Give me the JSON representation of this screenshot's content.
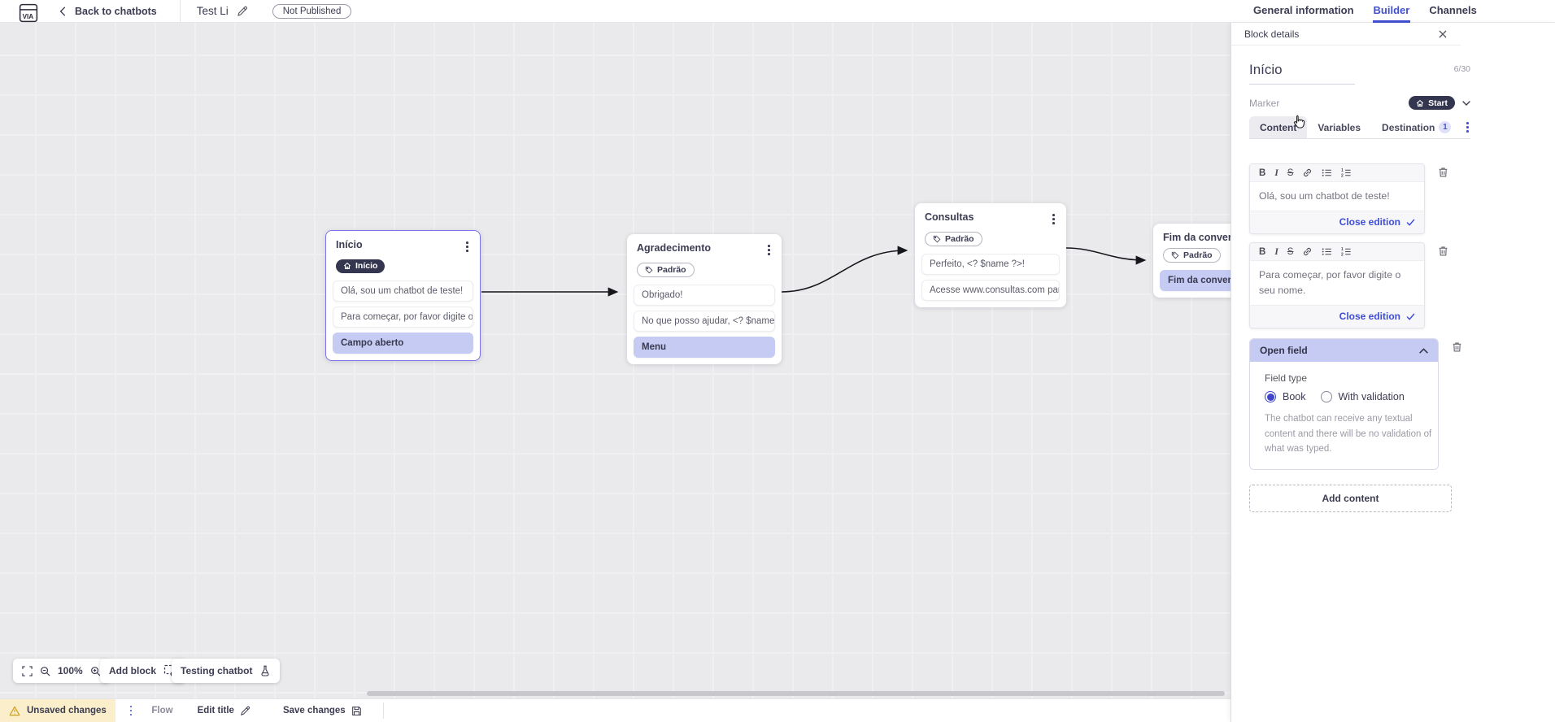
{
  "header": {
    "back_label": "Back to chatbots",
    "chatbot_title": "Test Li",
    "status_badge": "Not Published",
    "tabs": [
      {
        "label": "General information",
        "active": false
      },
      {
        "label": "Builder",
        "active": true
      },
      {
        "label": "Channels",
        "active": false
      }
    ]
  },
  "canvas": {
    "blocks": [
      {
        "title": "Início",
        "marker_pill": "Início",
        "rows": [
          {
            "text": "Olá, sou um chatbot de teste!",
            "highlight": false
          },
          {
            "text": "Para começar, por favor digite o ...",
            "highlight": false
          },
          {
            "text": "Campo aberto",
            "highlight": true
          }
        ]
      },
      {
        "title": "Agradecimento",
        "tag": "Padrão",
        "rows": [
          {
            "text": "Obrigado!",
            "highlight": false
          },
          {
            "text": "No que posso ajudar, <? $name ...",
            "highlight": false
          },
          {
            "text": "Menu",
            "highlight": true
          }
        ]
      },
      {
        "title": "Consultas",
        "tag": "Padrão",
        "rows": [
          {
            "text": "Perfeito, <? $name ?>!",
            "highlight": false
          },
          {
            "text": "Acesse www.consultas.com par...",
            "highlight": false
          }
        ]
      },
      {
        "title": "Fim da conversa",
        "tag": "Padrão",
        "rows": [
          {
            "text": "Fim da conversa",
            "highlight": true
          }
        ]
      }
    ],
    "controls": {
      "zoom_level": "100%",
      "add_block": "Add block",
      "testing": "Testing chatbot"
    }
  },
  "panel": {
    "header": "Block details",
    "block_name": "Início",
    "name_counter": "6/30",
    "marker_label": "Marker",
    "marker_value": "Start",
    "tabs": [
      {
        "label": "Content",
        "active": true
      },
      {
        "label": "Variables",
        "active": false
      },
      {
        "label": "Destination",
        "active": false,
        "badge": "1"
      }
    ],
    "editor_toolbar": {
      "bold_glyph": "B",
      "italic_glyph": "I",
      "strike_glyph": "S"
    },
    "editors": [
      {
        "text": "Olá, sou um chatbot de teste!",
        "close_label": "Close edition"
      },
      {
        "text": "Para começar, por favor digite o seu nome.",
        "close_label": "Close edition"
      }
    ],
    "open_field": {
      "title": "Open field",
      "field_type_label": "Field type",
      "options": [
        {
          "label": "Book",
          "selected": true
        },
        {
          "label": "With validation",
          "selected": false
        }
      ],
      "description": "The chatbot can receive any textual content and there will be no validation of what was typed."
    },
    "add_content_label": "Add content"
  },
  "statusbar": {
    "unsaved": "Unsaved changes",
    "flow": "Flow",
    "edit_title": "Edit title",
    "save": "Save changes"
  },
  "colors": {
    "accent_blue": "#4150d0",
    "highlight_lavender": "#c5cbf3",
    "dark_pill": "#343650",
    "warning_bg": "#faeecb",
    "canvas_bg": "#eaeaec"
  }
}
